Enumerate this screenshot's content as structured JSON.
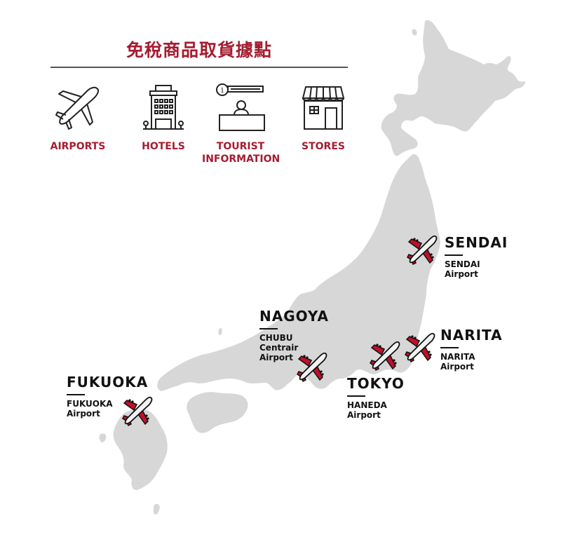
{
  "header": {
    "title": "免稅商品取貨據點"
  },
  "categories": [
    {
      "label": "AIRPORTS",
      "icon": "airplane-icon"
    },
    {
      "label": "HOTELS",
      "icon": "hotel-building-icon"
    },
    {
      "label": "TOURIST\nINFORMATION",
      "icon": "tourist-information-desk-icon"
    },
    {
      "label": "STORES",
      "icon": "storefront-icon"
    }
  ],
  "colors": {
    "accent": "#a51c30",
    "plane_red": "#c0102a",
    "map_fill": "#d7d7d7",
    "text": "#111111"
  },
  "locations": [
    {
      "city": "SENDAI",
      "airport_lines": [
        "SENDAI",
        "Airport"
      ]
    },
    {
      "city": "NAGOYA",
      "airport_lines": [
        "CHUBU",
        "Centrair",
        "Airport"
      ]
    },
    {
      "city": "NARITA",
      "airport_lines": [
        "NARITA",
        "Airport"
      ]
    },
    {
      "city": "TOKYO",
      "airport_lines": [
        "HANEDA",
        "Airport"
      ]
    },
    {
      "city": "FUKUOKA",
      "airport_lines": [
        "FUKUOKA",
        "Airport"
      ]
    }
  ]
}
